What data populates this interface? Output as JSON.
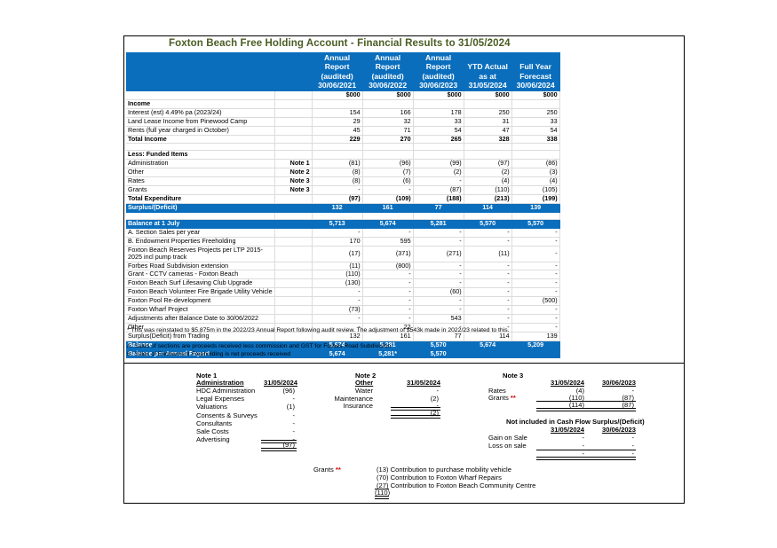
{
  "title": "Foxton Beach Free Holding Account - Financial Results to 31/05/2024",
  "columns": [
    {
      "l1": "Annual",
      "l2": "Report",
      "l3": "(audited)",
      "l4": "30/06/2021"
    },
    {
      "l1": "Annual",
      "l2": "Report",
      "l3": "(audited)",
      "l4": "30/06/2022"
    },
    {
      "l1": "Annual",
      "l2": "Report",
      "l3": "(audited)",
      "l4": "30/06/2023"
    },
    {
      "l1": "",
      "l2": "YTD Actual",
      "l3": "as at",
      "l4": "31/05/2024"
    },
    {
      "l1": "",
      "l2": "Full Year",
      "l3": "Forecast",
      "l4": "30/06/2024"
    }
  ],
  "unit": "$000",
  "rows": [
    {
      "label": "Income",
      "note": "",
      "v": [
        "",
        "",
        "",
        "",
        ""
      ]
    },
    {
      "label": "Interest (est) 4.49% pa (2023/24)",
      "note": "",
      "v": [
        "154",
        "166",
        "178",
        "250",
        "250"
      ]
    },
    {
      "label": "Land Lease Income from Pinewood Camp",
      "note": "",
      "v": [
        "29",
        "32",
        "33",
        "31",
        "33"
      ]
    },
    {
      "label": "Rents (full year charged in October)",
      "note": "",
      "v": [
        "45",
        "71",
        "54",
        "47",
        "54"
      ]
    },
    {
      "label": "Total Income",
      "note": "",
      "v": [
        "229",
        "270",
        "265",
        "328",
        "338"
      ]
    },
    {
      "label": "",
      "note": "",
      "v": [
        "",
        "",
        "",
        "",
        ""
      ]
    },
    {
      "label": "Less:  Funded Items",
      "note": "",
      "v": [
        "",
        "",
        "",
        "",
        ""
      ]
    },
    {
      "label": "Administration",
      "note": "Note 1",
      "v": [
        "(81)",
        "(96)",
        "(99)",
        "(97)",
        "(86)"
      ]
    },
    {
      "label": "Other",
      "note": "Note 2",
      "v": [
        "(8)",
        "(7)",
        "(2)",
        "(2)",
        "(3)"
      ]
    },
    {
      "label": "Rates",
      "note": "Note 3",
      "v": [
        "(8)",
        "(6)",
        "-",
        "(4)",
        "(4)"
      ]
    },
    {
      "label": "Grants",
      "note": "Note 3",
      "v": [
        "-",
        "-",
        "(87)",
        "(110)",
        "(105)"
      ]
    },
    {
      "label": "Total Expenditure",
      "note": "",
      "v": [
        "(97)",
        "(109)",
        "(188)",
        "(213)",
        "(199)"
      ]
    },
    {
      "label": "Surplus/(Deficit)",
      "note": "",
      "v": [
        "132",
        "161",
        "77",
        "114",
        "139"
      ]
    },
    {
      "label": "",
      "note": "",
      "v": [
        "",
        "",
        "",
        "",
        ""
      ]
    },
    {
      "label": "Balance at 1 July",
      "note": "",
      "v": [
        "5,713",
        "5,674",
        "5,281",
        "5,570",
        "5,570"
      ]
    },
    {
      "label": "A. Section Sales per year",
      "note": "",
      "v": [
        "-",
        "-",
        "-",
        "-",
        "-"
      ]
    },
    {
      "label": "B. Endowment Properties Freeholding",
      "note": "",
      "v": [
        "170",
        "595",
        "-",
        "-",
        "-"
      ]
    },
    {
      "label": "Foxton Beach Reserves Projects per LTP 2015-2025 incl pump track",
      "note": "",
      "v": [
        "(17)",
        "(371)",
        "(271)",
        "(11)",
        "-"
      ]
    },
    {
      "label": "Forbes Road Subdivision extension",
      "note": "",
      "v": [
        "(11)",
        "(800)",
        "-",
        "-",
        "-"
      ]
    },
    {
      "label": "Grant - CCTV cameras - Foxton Beach",
      "note": "",
      "v": [
        "(110)",
        "-",
        "-",
        "-",
        "-"
      ]
    },
    {
      "label": "Foxton Beach Surf Lifesaving Club Upgrade",
      "note": "",
      "v": [
        "(130)",
        "-",
        "-",
        "-",
        "-"
      ]
    },
    {
      "label": "Foxton Beach Volunteer Fire Brigade Utility Vehicle",
      "note": "",
      "v": [
        "-",
        "-",
        "(60)",
        "-",
        "-"
      ]
    },
    {
      "label": "Foxton Pool Re-development",
      "note": "",
      "v": [
        "-",
        "-",
        "-",
        "-",
        "(500)"
      ]
    },
    {
      "label": "Foxton Wharf Project",
      "note": "",
      "v": [
        "(73)",
        "-",
        "-",
        "-",
        "-"
      ]
    },
    {
      "label": "Adjustments after Balance Date to 30/06/2022",
      "note": "",
      "v": [
        "-",
        "-",
        "543",
        "-",
        "-"
      ]
    },
    {
      "label": "Other",
      "note": "",
      "v": [
        "-",
        "22",
        "-",
        "-",
        "-"
      ]
    },
    {
      "label": "Surplus(Deficit) from Trading",
      "note": "",
      "v": [
        "132",
        "161",
        "77",
        "114",
        "139"
      ]
    },
    {
      "label": "Balance",
      "note": "",
      "v": [
        "5,674",
        "5,281",
        "5,570",
        "5,674",
        "5,209"
      ]
    },
    {
      "label": "Balance per Annual Report",
      "note": "",
      "v": [
        "5,674",
        "5,281*",
        "5,570",
        "",
        ""
      ]
    }
  ],
  "footnotes": {
    "asterisk": "* This was reinstated to $5.875m in the 2022/23 Annual Report following audit review.  The adjustment of $543k made in 2022/23 related to this.",
    "a": "A.  Sales of sections are proceeds received less commission and GST for Forbes Road Subdivision",
    "b": "B.  Sales of Endowment Freeholding is net proceeds received"
  },
  "note1": {
    "title": "Note 1",
    "heading": "Administration",
    "col": "31/05/2024",
    "items": [
      {
        "label": "HDC Administration",
        "value": "(96)"
      },
      {
        "label": "Legal Expenses",
        "value": "-"
      },
      {
        "label": "Valuations",
        "value": "(1)"
      },
      {
        "label": "Consents & Surveys",
        "value": "-"
      },
      {
        "label": "Consultants",
        "value": "-"
      },
      {
        "label": "Sale Costs",
        "value": "-"
      },
      {
        "label": "Advertising",
        "value": "-"
      }
    ],
    "total": "(97)"
  },
  "note2": {
    "title": "Note 2",
    "heading": "Other",
    "col": "31/05/2024",
    "items": [
      {
        "label": "Water",
        "value": "-"
      },
      {
        "label": "Maintenance",
        "value": "(2)"
      },
      {
        "label": "Insurance",
        "value": "-"
      }
    ],
    "total": "(2)"
  },
  "note3": {
    "title": "Note 3",
    "col1": "31/05/2024",
    "col2": "30/06/2023",
    "rates_label": "Rates",
    "rates": [
      "(4)",
      "-"
    ],
    "grants_label": "Grants",
    "grants_mark": "**",
    "grants": [
      "(110)",
      "(87)"
    ],
    "total": [
      "(114)",
      "(87)"
    ],
    "not_included": "Not included in Cash Flow Surplus/(Deficit)",
    "col3": "31/05/2024",
    "col4": "30/06/2023",
    "gain_label": "Gain on Sale",
    "gain": [
      "-",
      "-"
    ],
    "loss_label": "Loss on sale",
    "loss": [
      "-",
      "-"
    ],
    "net": [
      "-",
      "-"
    ]
  },
  "grants_detail": {
    "label": "Grants",
    "mark": "**",
    "items": [
      "(13)  Contribution to purchase mobility vehicle",
      "(70)  Contribution to Foxton Wharf Repairs",
      "(27)  Contribution to Foxton Beach Community Centre"
    ],
    "total": "(110)"
  }
}
